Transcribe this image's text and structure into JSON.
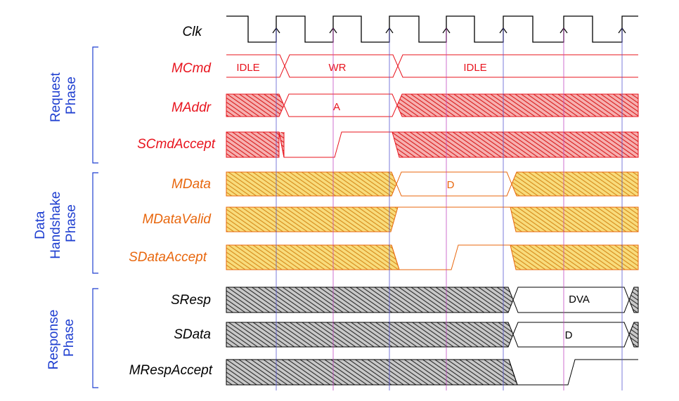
{
  "groups": [
    {
      "lines": [
        "Request",
        "Phase"
      ]
    },
    {
      "lines": [
        "Data",
        "Handshake",
        "Phase"
      ]
    },
    {
      "lines": [
        "Response",
        "Phase"
      ]
    }
  ],
  "signals": [
    {
      "name": "Clk",
      "color": "#000000"
    },
    {
      "name": "MCmd",
      "color": "#e8141e"
    },
    {
      "name": "MAddr",
      "color": "#e8141e"
    },
    {
      "name": "SCmdAccept",
      "color": "#e8141e"
    },
    {
      "name": "MData",
      "color": "#e8670e"
    },
    {
      "name": "MDataValid",
      "color": "#e8670e"
    },
    {
      "name": "SDataAccept",
      "color": "#e8670e"
    },
    {
      "name": "SResp",
      "color": "#000000"
    },
    {
      "name": "SData",
      "color": "#000000"
    },
    {
      "name": "MRespAccept",
      "color": "#000000"
    }
  ],
  "values": {
    "mcmd_idle_1": "IDLE",
    "mcmd_wr": "WR",
    "mcmd_idle_2": "IDLE",
    "maddr": "A",
    "mdata": "D",
    "sresp": "DVA",
    "sdata": "D"
  },
  "colors": {
    "request": "#e8141e",
    "data": "#e8670e",
    "data_fill": "#f3c35a",
    "response": "#000000",
    "group_label": "#1f3fd0",
    "clock_marker": "#c040c0",
    "edge_marker": "#5050d0"
  }
}
